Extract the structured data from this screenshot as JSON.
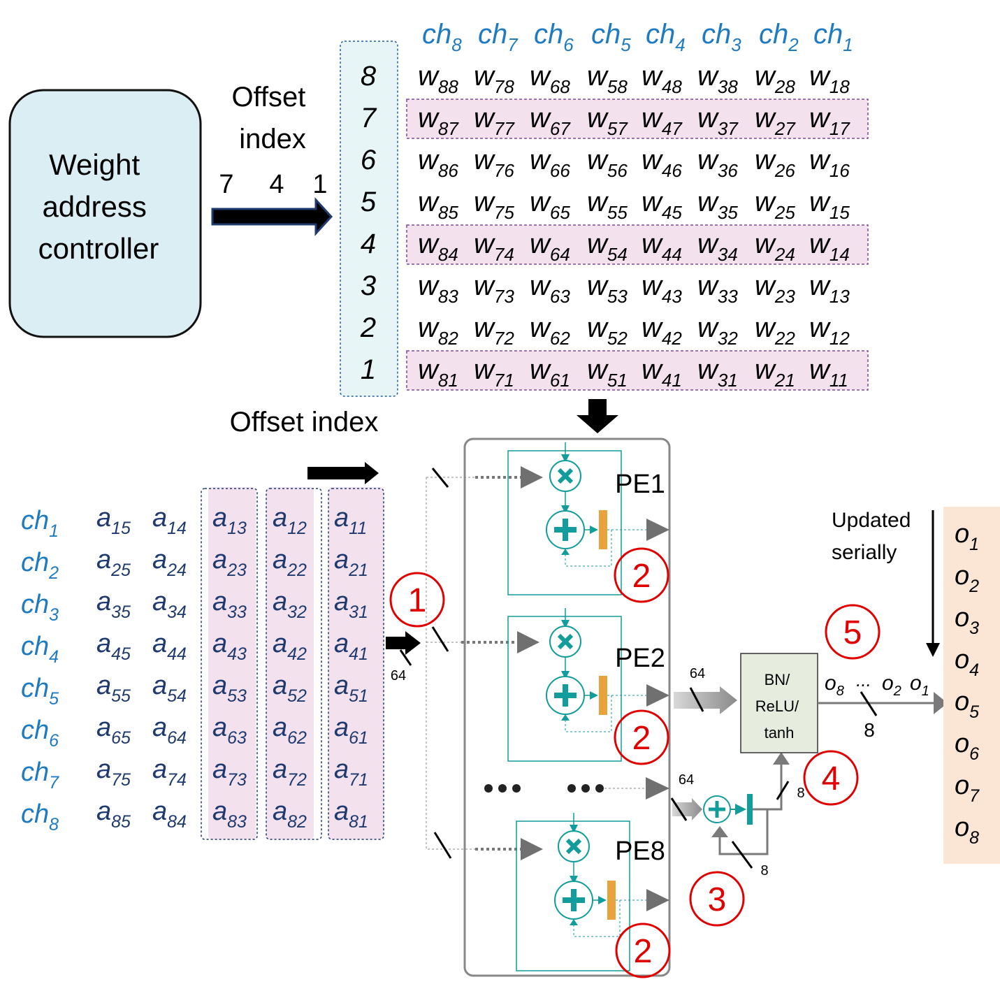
{
  "controller": {
    "lines": [
      "Weight",
      "address",
      "controller"
    ]
  },
  "offset_index_top": {
    "lines": [
      "Offset",
      "index"
    ],
    "values": [
      "7",
      "4",
      "1"
    ]
  },
  "offset_index_bottom": "Offset index",
  "weight_rows": [
    "8",
    "7",
    "6",
    "5",
    "4",
    "3",
    "2",
    "1"
  ],
  "weight_highlight_rows": [
    "7",
    "4",
    "1"
  ],
  "weight_channels": [
    {
      "base": "ch",
      "sub": "8"
    },
    {
      "base": "ch",
      "sub": "7"
    },
    {
      "base": "ch",
      "sub": "6"
    },
    {
      "base": "ch",
      "sub": "5"
    },
    {
      "base": "ch",
      "sub": "4"
    },
    {
      "base": "ch",
      "sub": "3"
    },
    {
      "base": "ch",
      "sub": "2"
    },
    {
      "base": "ch",
      "sub": "1"
    }
  ],
  "activation_channels": [
    {
      "base": "ch",
      "sub": "1"
    },
    {
      "base": "ch",
      "sub": "2"
    },
    {
      "base": "ch",
      "sub": "3"
    },
    {
      "base": "ch",
      "sub": "4"
    },
    {
      "base": "ch",
      "sub": "5"
    },
    {
      "base": "ch",
      "sub": "6"
    },
    {
      "base": "ch",
      "sub": "7"
    },
    {
      "base": "ch",
      "sub": "8"
    }
  ],
  "weight_symbol": "w",
  "activation_symbol": "a",
  "pe_labels": [
    "PE1",
    "PE2",
    "PE8"
  ],
  "step_numbers": {
    "s1": "1",
    "s2": "2",
    "s3": "3",
    "s4": "4",
    "s5": "5"
  },
  "bus_widths": {
    "input": "64",
    "pe_out": "64",
    "sum_in": "64",
    "acc_a": "8",
    "acc_b": "8",
    "out": "8"
  },
  "bn_block": {
    "lines": [
      "BN/",
      "ReLU/",
      "tanh"
    ]
  },
  "output_seq": {
    "left": {
      "base": "o",
      "sub": "8"
    },
    "dots": "...",
    "mid": {
      "base": "o",
      "sub": "2"
    },
    "right": {
      "base": "o",
      "sub": "1"
    }
  },
  "updated_note": {
    "lines": [
      "Updated",
      "serially"
    ]
  },
  "outputs": [
    {
      "base": "o",
      "sub": "1"
    },
    {
      "base": "o",
      "sub": "2"
    },
    {
      "base": "o",
      "sub": "3"
    },
    {
      "base": "o",
      "sub": "4"
    },
    {
      "base": "o",
      "sub": "5"
    },
    {
      "base": "o",
      "sub": "6"
    },
    {
      "base": "o",
      "sub": "7"
    },
    {
      "base": "o",
      "sub": "8"
    }
  ],
  "colors": {
    "controller_fill": "#daeef3",
    "highlight": "#f3e1ee",
    "pe_teal": "#129c9c",
    "reg_orange": "#e8a33d",
    "bn_fill": "#e6eddf",
    "out_fill": "#fbe6d6",
    "step_red": "#e00000",
    "channel_blue": "#1f7bc1",
    "act_navy": "#1f3a6e"
  }
}
